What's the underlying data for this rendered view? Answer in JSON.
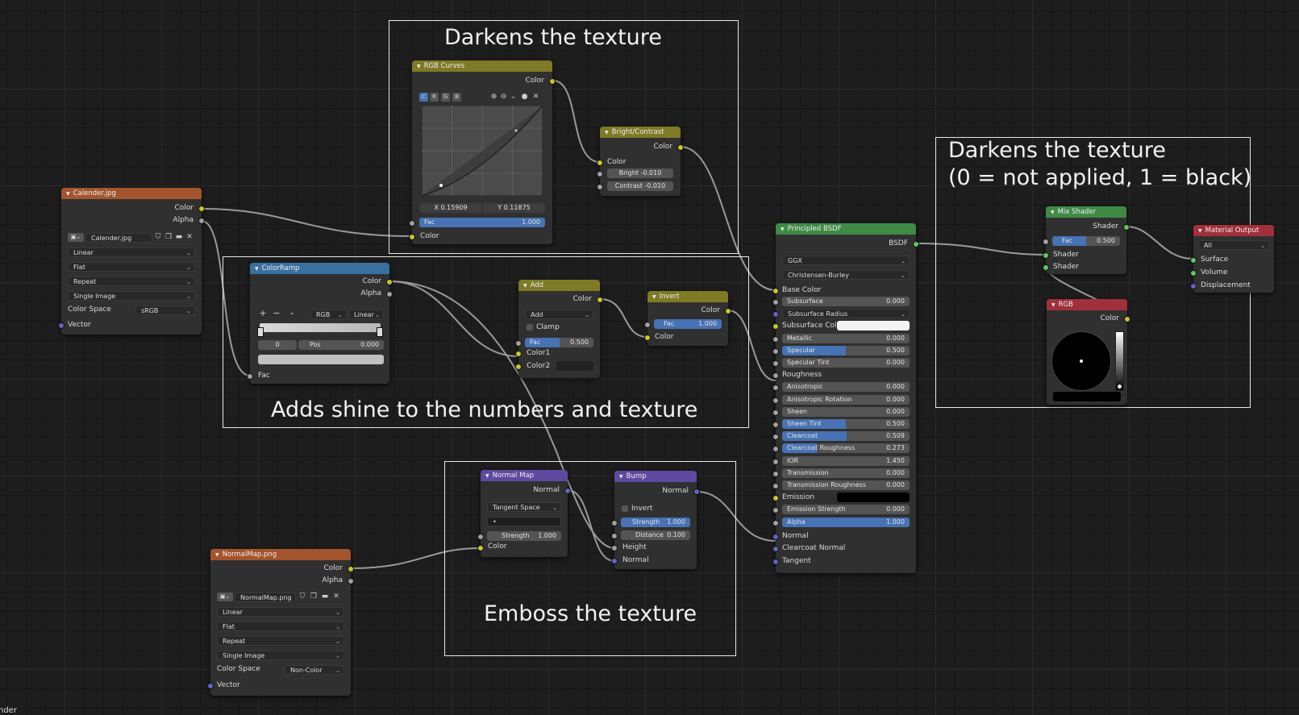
{
  "frames": {
    "curves": "Darkens the texture",
    "shine": "Adds shine to the numbers and texture",
    "emboss": "Emboss the texture",
    "mix": "Darkens the texture\n(0 = not applied, 1 = black)"
  },
  "calender": {
    "title": "Calender.jpg",
    "out_color": "Color",
    "out_alpha": "Alpha",
    "image": "Calender.jpg",
    "interp": "Linear",
    "proj": "Flat",
    "ext": "Repeat",
    "source": "Single Image",
    "cs_label": "Color Space",
    "cs_value": "sRGB",
    "in_vector": "Vector"
  },
  "normalmap_img": {
    "title": "NormalMap.png",
    "out_color": "Color",
    "out_alpha": "Alpha",
    "image": "NormalMap.png",
    "interp": "Linear",
    "proj": "Flat",
    "ext": "Repeat",
    "source": "Single Image",
    "cs_label": "Color Space",
    "cs_value": "Non-Color",
    "in_vector": "Vector"
  },
  "curves": {
    "title": "RGB Curves",
    "out_color": "Color",
    "channels": [
      "C",
      "R",
      "G",
      "B"
    ],
    "x_readout": "X 0.15909",
    "y_readout": "Y 0.11875",
    "fac_label": "Fac",
    "fac_value": "1.000",
    "in_color": "Color"
  },
  "bright": {
    "title": "Bright/Contrast",
    "out_color": "Color",
    "in_color": "Color",
    "bright_label": "Bright",
    "bright_value": "-0.010",
    "contrast_label": "Contrast",
    "contrast_value": "-0.010"
  },
  "colorramp": {
    "title": "ColorRamp",
    "out_color": "Color",
    "out_alpha": "Alpha",
    "plus": "+",
    "minus": "−",
    "mode": "RGB",
    "interp": "Linear",
    "index": "0",
    "pos_label": "Pos",
    "pos_value": "0.000",
    "in_fac": "Fac"
  },
  "add": {
    "title": "Add",
    "out_color": "Color",
    "blend": "Add",
    "clamp": "Clamp",
    "fac_label": "Fac",
    "fac_value": "0.500",
    "color1": "Color1",
    "color2": "Color2"
  },
  "invert": {
    "title": "Invert",
    "out_color": "Color",
    "fac_label": "Fac",
    "fac_value": "1.000",
    "in_color": "Color"
  },
  "nmap": {
    "title": "Normal Map",
    "out_normal": "Normal",
    "space": "Tangent Space",
    "uvmap": "•",
    "strength_label": "Strength",
    "strength_value": "1.000",
    "in_color": "Color"
  },
  "bump": {
    "title": "Bump",
    "out_normal": "Normal",
    "invert": "Invert",
    "strength_label": "Strength",
    "strength_value": "1.000",
    "distance_label": "Distance",
    "distance_value": "0.100",
    "in_height": "Height",
    "in_normal": "Normal"
  },
  "bsdf": {
    "title": "Principled BSDF",
    "out": "BSDF",
    "dist": "GGX",
    "sss": "Christensen-Burley",
    "base_color": "Base Color",
    "fields": [
      {
        "label": "Subsurface",
        "value": "0.000"
      },
      {
        "label": "Subsurface Radius",
        "value": ""
      },
      {
        "label": "Subsurface Colo",
        "value": ""
      },
      {
        "label": "Metallic",
        "value": "0.000"
      },
      {
        "label": "Specular",
        "value": "0.500"
      },
      {
        "label": "Specular Tint",
        "value": "0.000"
      },
      {
        "label": "Roughness",
        "value": ""
      },
      {
        "label": "Anisotropic",
        "value": "0.000"
      },
      {
        "label": "Anisotropic Rotation",
        "value": "0.000"
      },
      {
        "label": "Sheen",
        "value": "0.000"
      },
      {
        "label": "Sheen Tint",
        "value": "0.500"
      },
      {
        "label": "Clearcoat",
        "value": "0.509"
      },
      {
        "label": "Clearcoat Roughness",
        "value": "0.273"
      },
      {
        "label": "IOR",
        "value": "1.450"
      },
      {
        "label": "Transmission",
        "value": "0.000"
      },
      {
        "label": "Transmission Roughness",
        "value": "0.000"
      },
      {
        "label": "Emission",
        "value": ""
      },
      {
        "label": "Emission Strength",
        "value": "0.000"
      },
      {
        "label": "Alpha",
        "value": "1.000"
      }
    ],
    "normal": "Normal",
    "clearcoat_normal": "Clearcoat Normal",
    "tangent": "Tangent"
  },
  "mix": {
    "title": "Mix Shader",
    "out": "Shader",
    "fac_label": "Fac",
    "fac_value": "0.500",
    "shader1": "Shader",
    "shader2": "Shader"
  },
  "rgb": {
    "title": "RGB",
    "out_color": "Color"
  },
  "output": {
    "title": "Material Output",
    "target": "All",
    "surface": "Surface",
    "volume": "Volume",
    "displacement": "Displacement"
  },
  "status": {
    "text": "nder"
  }
}
